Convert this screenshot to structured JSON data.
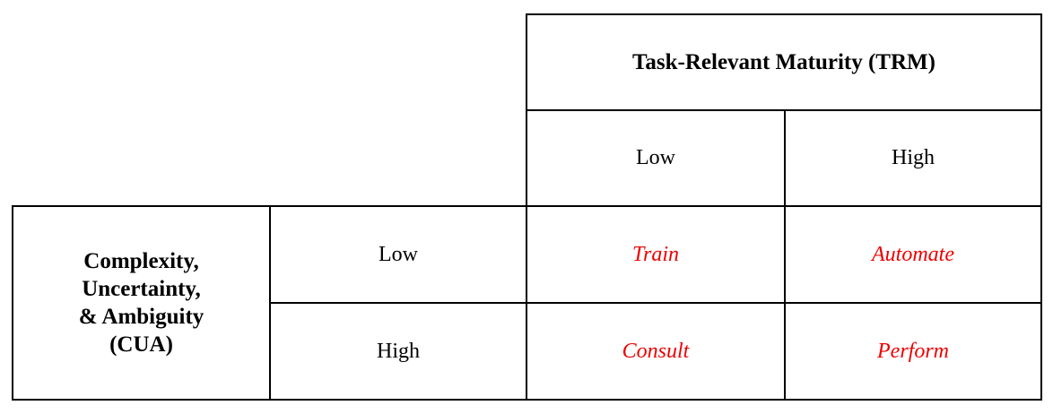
{
  "matrix": {
    "col_axis": {
      "title": "Task-Relevant Maturity (TRM)",
      "levels": [
        "Low",
        "High"
      ]
    },
    "row_axis": {
      "title": "Complexity,\nUncertainty,\n& Ambiguity\n(CUA)",
      "levels": [
        "Low",
        "High"
      ]
    },
    "cells": [
      [
        "Train",
        "Automate"
      ],
      [
        "Consult",
        "Perform"
      ]
    ],
    "colors": {
      "action_text": "#ee0000",
      "border": "#000000",
      "background": "#ffffff"
    }
  }
}
